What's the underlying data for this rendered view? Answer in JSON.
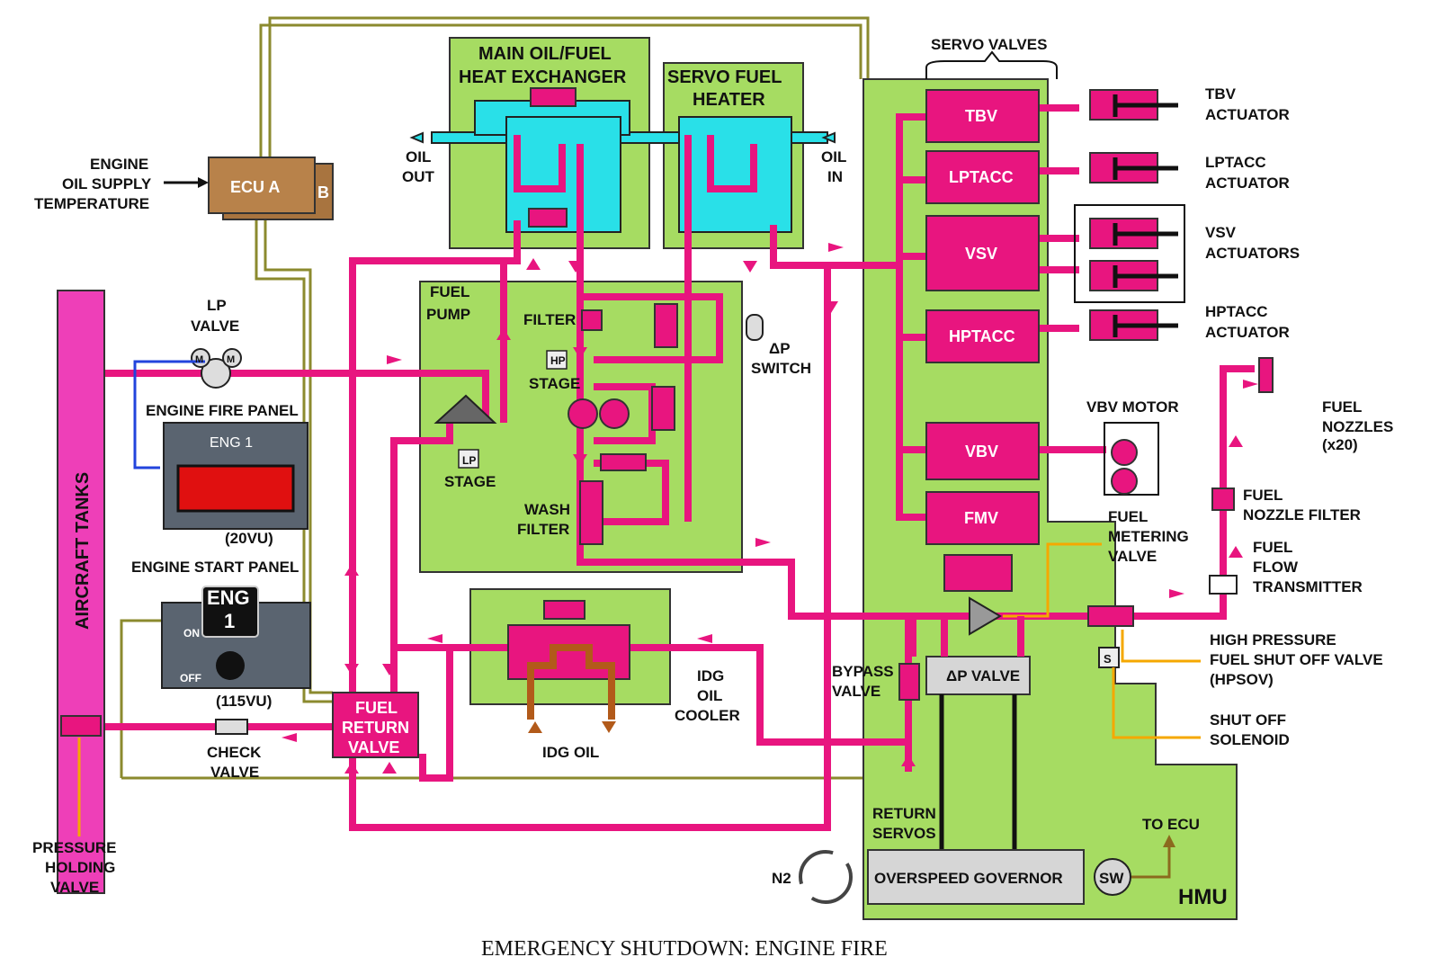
{
  "colors": {
    "fuel_line": "#e8157f",
    "oil_line": "#29e0e8",
    "component_bg": "#a6dc62",
    "panel_gray": "#5a6470",
    "idg_oil": "#b25a1a",
    "signal_line": "#8b8a2e"
  },
  "caption": "EMERGENCY SHUTDOWN: ENGINE FIRE",
  "labels": {
    "engine_oil_1": "ENGINE",
    "engine_oil_2": "OIL SUPPLY",
    "engine_oil_3": "TEMPERATURE",
    "ecu_a": "ECU A",
    "ecu_b": "B",
    "heat_ex_1": "MAIN OIL/FUEL",
    "heat_ex_2": "HEAT EXCHANGER",
    "servo_heater_1": "SERVO FUEL",
    "servo_heater_2": "HEATER",
    "oil_out_1": "OIL",
    "oil_out_2": "OUT",
    "oil_in_1": "OIL",
    "oil_in_2": "IN",
    "servo_valves": "SERVO VALVES",
    "tbv": "TBV",
    "lptacc": "LPTACC",
    "vsv": "VSV",
    "hptacc": "HPTACC",
    "vbv": "VBV",
    "fmv": "FMV",
    "tbv_act_1": "TBV",
    "tbv_act_2": "ACTUATOR",
    "lptacc_act_1": "LPTACC",
    "lptacc_act_2": "ACTUATOR",
    "vsv_act_1": "VSV",
    "vsv_act_2": "ACTUATORS",
    "hptacc_act_1": "HPTACC",
    "hptacc_act_2": "ACTUATOR",
    "fuel_nozzles_1": "FUEL",
    "fuel_nozzles_2": "NOZZLES",
    "fuel_nozzles_3": "(x20)",
    "vbv_motor": "VBV MOTOR",
    "fmv_label_1": "FUEL",
    "fmv_label_2": "METERING",
    "fmv_label_3": "VALVE",
    "nozzle_filter_1": "FUEL",
    "nozzle_filter_2": "NOZZLE FILTER",
    "flow_tx_1": "FUEL",
    "flow_tx_2": "FLOW",
    "flow_tx_3": "TRANSMITTER",
    "hpsov_1": "HIGH PRESSURE",
    "hpsov_2": "FUEL SHUT OFF VALVE",
    "hpsov_3": "(HPSOV)",
    "sos_1": "SHUT OFF",
    "sos_2": "SOLENOID",
    "s_mark": "S",
    "to_ecu": "TO ECU",
    "hmu": "HMU",
    "sw": "SW",
    "overspeed": "OVERSPEED GOVERNOR",
    "n2": "N2",
    "return_servos_1": "RETURN",
    "return_servos_2": "SERVOS",
    "bypass_1": "BYPASS",
    "bypass_2": "VALVE",
    "dp_valve": "ΔP VALVE",
    "dp_switch_1": "ΔP",
    "dp_switch_2": "SWITCH",
    "fuel_pump_1": "FUEL",
    "fuel_pump_2": "PUMP",
    "filter": "FILTER",
    "hp_box": "HP",
    "hp_stage": "STAGE",
    "lp_box": "LP",
    "lp_stage": "STAGE",
    "wash_1": "WASH",
    "wash_2": "FILTER",
    "idg_1": "IDG",
    "idg_2": "OIL",
    "idg_3": "COOLER",
    "idg_oil": "IDG OIL",
    "fuel_return_1": "FUEL",
    "fuel_return_2": "RETURN",
    "fuel_return_3": "VALVE",
    "check_1": "CHECK",
    "check_2": "VALVE",
    "lp_valve_1": "LP",
    "lp_valve_2": "VALVE",
    "m": "M",
    "fire_panel": "ENGINE FIRE PANEL",
    "eng1_fire": "ENG 1",
    "vu20": "(20VU)",
    "start_panel": "ENGINE START PANEL",
    "eng_sw_1": "ENG",
    "eng_sw_2": "1",
    "on": "ON",
    "off": "OFF",
    "vu115": "(115VU)",
    "aircraft_tanks": "AIRCRAFT TANKS",
    "phv_1": "PRESSURE",
    "phv_2": "HOLDING",
    "phv_3": "VALVE"
  }
}
